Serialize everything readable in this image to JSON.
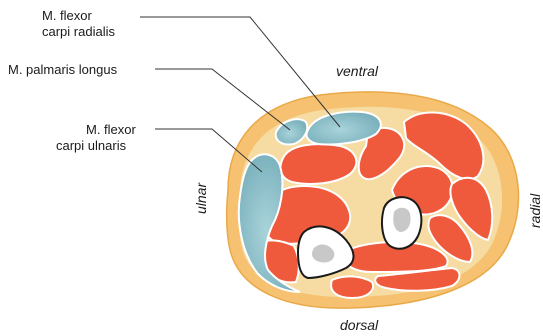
{
  "labels": {
    "flexor_carpi_radialis": [
      "M. flexor",
      "carpi radialis"
    ],
    "palmaris_longus": "M. palmaris longus",
    "flexor_carpi_ulnaris": [
      "M. flexor",
      "carpi ulnaris"
    ]
  },
  "directions": {
    "ventral": "ventral",
    "dorsal": "dorsal",
    "ulnar": "ulnar",
    "radial": "radial"
  },
  "colors": {
    "skin_fat": "#f6c271",
    "skin_fat_edge": "#e9a948",
    "tissue_fill": "#f6dca2",
    "muscle": "#f05a3c",
    "highlight_muscle": "#8ec2cc",
    "bone": "#ffffff",
    "marrow": "#c8c8c8"
  }
}
